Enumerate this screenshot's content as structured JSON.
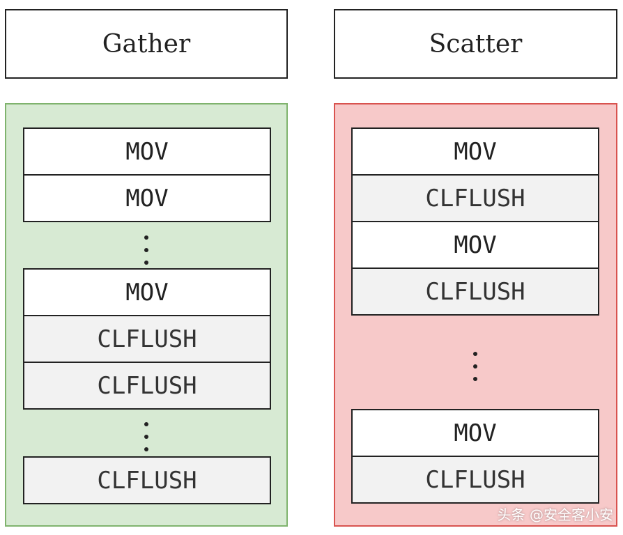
{
  "gather": {
    "title": "Gather",
    "blocks": [
      "MOV",
      "MOV",
      "MOV",
      "CLFLUSH",
      "CLFLUSH",
      "CLFLUSH"
    ]
  },
  "scatter": {
    "title": "Scatter",
    "blocks": [
      "MOV",
      "CLFLUSH",
      "MOV",
      "CLFLUSH",
      "MOV",
      "CLFLUSH"
    ]
  },
  "colors": {
    "gather_bg": "#d7ead3",
    "gather_border": "#7fb36d",
    "scatter_bg": "#f7c9c9",
    "scatter_border": "#d9534f"
  },
  "watermark": "头条 @安全客小安"
}
